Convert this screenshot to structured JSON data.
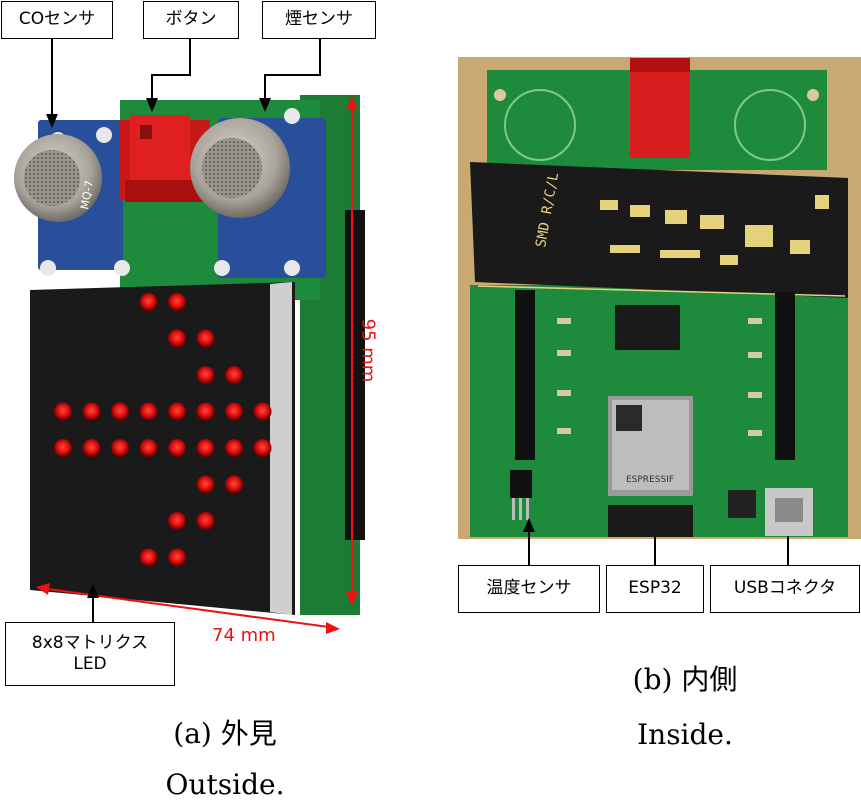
{
  "left_panel": {
    "callouts": {
      "co_sensor": "COセンサ",
      "button": "ボタン",
      "smoke_sensor": "煙センサ",
      "led_matrix_line1": "8x8マトリクス",
      "led_matrix_line2": "LED"
    },
    "dimensions": {
      "height": "95 mm",
      "width": "74 mm"
    },
    "sensor_marking": "MQ-7",
    "caption_ja": "(a) 外見",
    "caption_en": "Outside."
  },
  "right_panel": {
    "callouts": {
      "temp_sensor": "温度センサ",
      "esp32": "ESP32",
      "usb": "USBコネクタ"
    },
    "ruler_text": "SMD R/C/L",
    "module_marking": "ESPRESSIF",
    "caption_ja": "(b) 内側",
    "caption_en": "Inside."
  },
  "colors": {
    "pcb_green": "#1e8a3c",
    "led_red": "#e01010",
    "annotation_red": "#ee1111",
    "sensor_blue": "#2a4f9a",
    "button_red": "#e02020"
  }
}
